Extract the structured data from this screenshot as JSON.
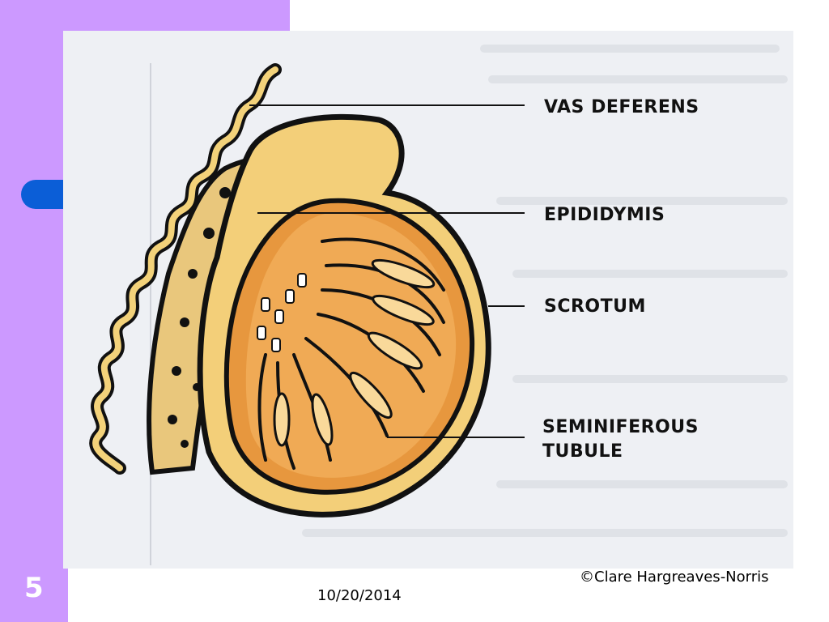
{
  "slide": {
    "number": "5",
    "date": "10/20/2014",
    "copyright": "©Clare Hargreaves-Norris",
    "accent_color": "#cc99ff",
    "pill_color": "#0b5ed7"
  },
  "diagram": {
    "labels": [
      {
        "id": "vas-deferens",
        "text": "VAS DEFERENS"
      },
      {
        "id": "epididymis",
        "text": "EPIDIDYMIS"
      },
      {
        "id": "scrotum",
        "text": "SCROTUM"
      },
      {
        "id": "seminiferous-tubule",
        "text": "SEMINIFEROUS\nTUBULE"
      }
    ]
  }
}
